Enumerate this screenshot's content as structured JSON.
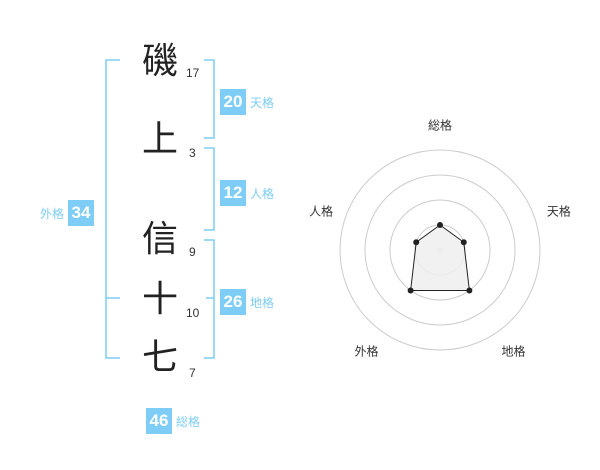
{
  "name": {
    "characters": [
      {
        "char": "磯",
        "strokes": "17"
      },
      {
        "char": "上",
        "strokes": "3"
      },
      {
        "char": "信",
        "strokes": "9"
      },
      {
        "char": "十",
        "strokes": "10"
      },
      {
        "char": "七",
        "strokes": "7"
      }
    ]
  },
  "kaku": {
    "tenkaku": {
      "value": "20",
      "label": "天格"
    },
    "jinkaku": {
      "value": "12",
      "label": "人格"
    },
    "chikaku": {
      "value": "26",
      "label": "地格"
    },
    "gaikaku": {
      "value": "34",
      "label": "外格"
    },
    "soukaku": {
      "value": "46",
      "label": "総格"
    }
  },
  "colors": {
    "accent": "#7dcdf6",
    "text": "#333333",
    "ring": "#cccccc",
    "polygon_fill": "#eeeeee"
  },
  "chart_data": {
    "type": "radar",
    "axes": [
      "総格",
      "天格",
      "地格",
      "外格",
      "人格"
    ],
    "values": [
      0.25,
      0.25,
      0.5,
      0.5,
      0.25
    ],
    "rings": 4,
    "range": [
      0,
      1
    ]
  }
}
